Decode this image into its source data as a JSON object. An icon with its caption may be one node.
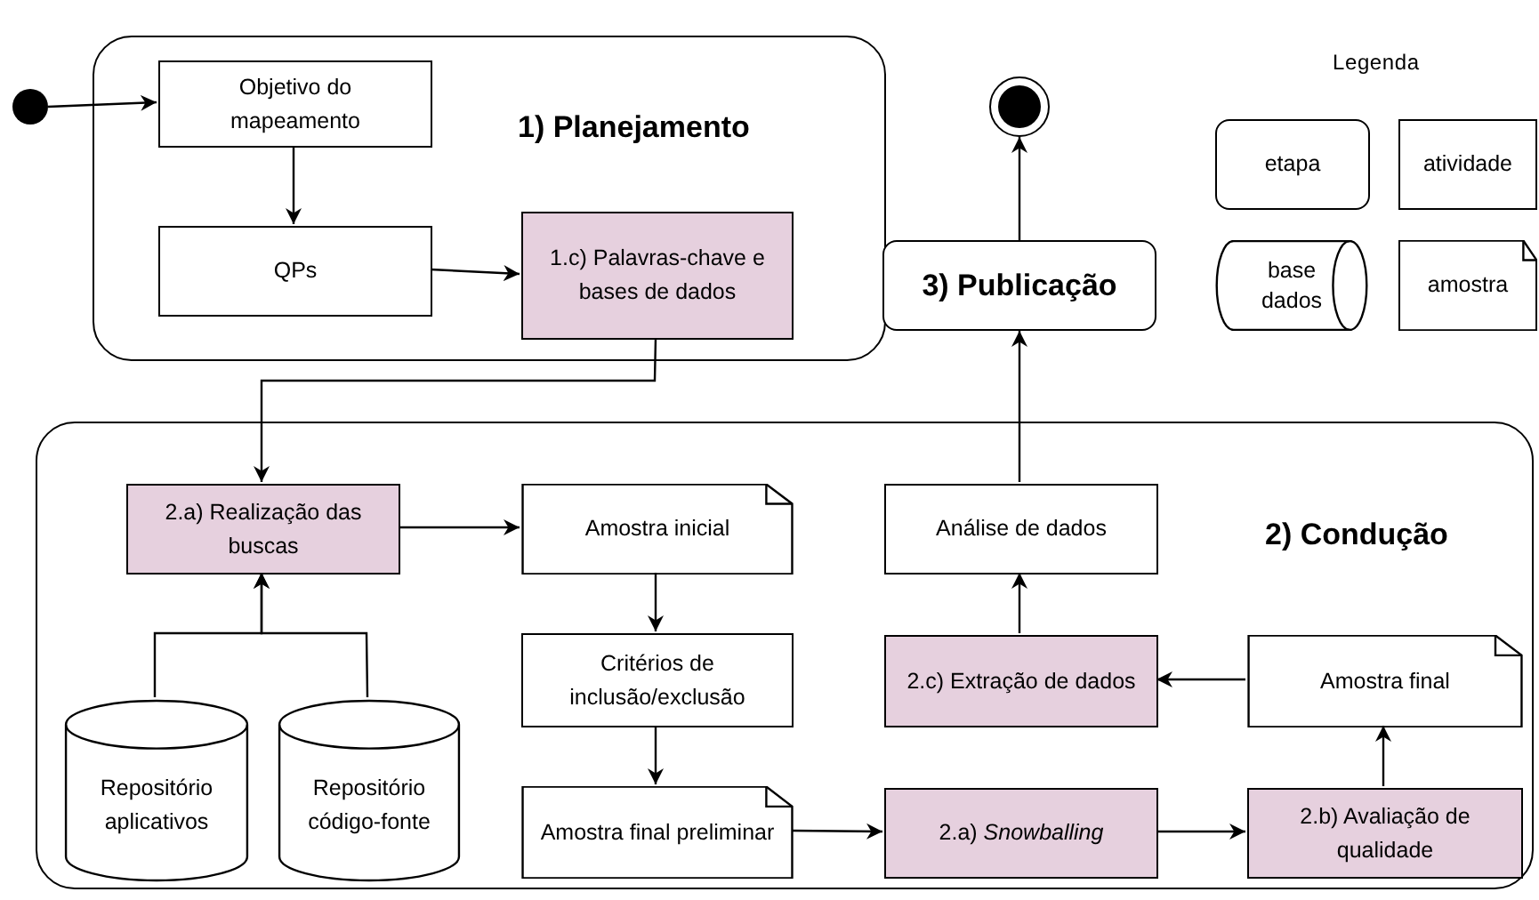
{
  "diagram": {
    "nodes": [
      {
        "text": [
          "1) Planejamento"
        ]
      },
      {
        "text": [
          "Objetivo do mapeamento"
        ],
        "in": 0
      },
      {
        "text": [
          "QPs"
        ],
        "in": 0
      },
      {
        "text": [
          "1.c) Palavras-chave e bases de dados"
        ],
        "in": 0
      },
      {
        "text": [],
        "shape": "circle"
      },
      {
        "text": [],
        "shape": "circle"
      },
      {
        "text": [
          "3) Publicação"
        ]
      },
      {
        "text": [
          "2) Condução"
        ]
      },
      {
        "text": [
          "2.a) Realização das buscas"
        ],
        "in": 7
      },
      {
        "text": [
          "Amostra inicial"
        ],
        "in": 7
      },
      {
        "text": [
          "Critérios de inclusão/exclusão"
        ],
        "in": 7
      },
      {
        "text": [
          "Amostra final preliminar"
        ],
        "in": 7
      },
      {
        "text": [
          "Repositório aplicativos"
        ],
        "in": 7
      },
      {
        "text": [
          "Repositório código-fonte"
        ],
        "in": 7
      },
      {
        "text": [
          "2.a) *Snowballing*"
        ],
        "in": 7
      },
      {
        "text": [
          "2.b) Avaliação de qualidade"
        ],
        "in": 7
      },
      {
        "text": [
          "Amostra final"
        ],
        "in": 7
      },
      {
        "text": [
          "2.c) Extração de dados"
        ],
        "in": 7
      },
      {
        "text": [
          "Análise de dados"
        ],
        "in": 7
      }
    ],
    "edges": [
      {
        "from": 4,
        "to": 1,
        "arrow": "to"
      },
      {
        "from": 1,
        "to": 2,
        "arrow": "to"
      },
      {
        "from": 2,
        "to": 3,
        "arrow": "to"
      },
      {
        "from": 3,
        "to": 8,
        "arrow": "to"
      },
      {
        "from": 12,
        "to": 8,
        "arrow": "to"
      },
      {
        "from": 13,
        "to": 8,
        "arrow": "to"
      },
      {
        "from": 8,
        "to": 9,
        "arrow": "to"
      },
      {
        "from": 9,
        "to": 10,
        "arrow": "to"
      },
      {
        "from": 10,
        "to": 11,
        "arrow": "to"
      },
      {
        "from": 11,
        "to": 14,
        "arrow": "to"
      },
      {
        "from": 14,
        "to": 15,
        "arrow": "to"
      },
      {
        "from": 15,
        "to": 16,
        "arrow": "to"
      },
      {
        "from": 16,
        "to": 17,
        "arrow": "to"
      },
      {
        "from": 17,
        "to": 18,
        "arrow": "to"
      },
      {
        "from": 18,
        "to": 6,
        "arrow": "to"
      },
      {
        "from": 6,
        "to": 5,
        "arrow": "to"
      }
    ],
    "labels": [
      "Legenda"
    ],
    "legend": [
      {
        "text": "etapa"
      },
      {
        "text": "atividade"
      },
      {
        "text": "base dados"
      },
      {
        "text": "amostra"
      }
    ]
  }
}
